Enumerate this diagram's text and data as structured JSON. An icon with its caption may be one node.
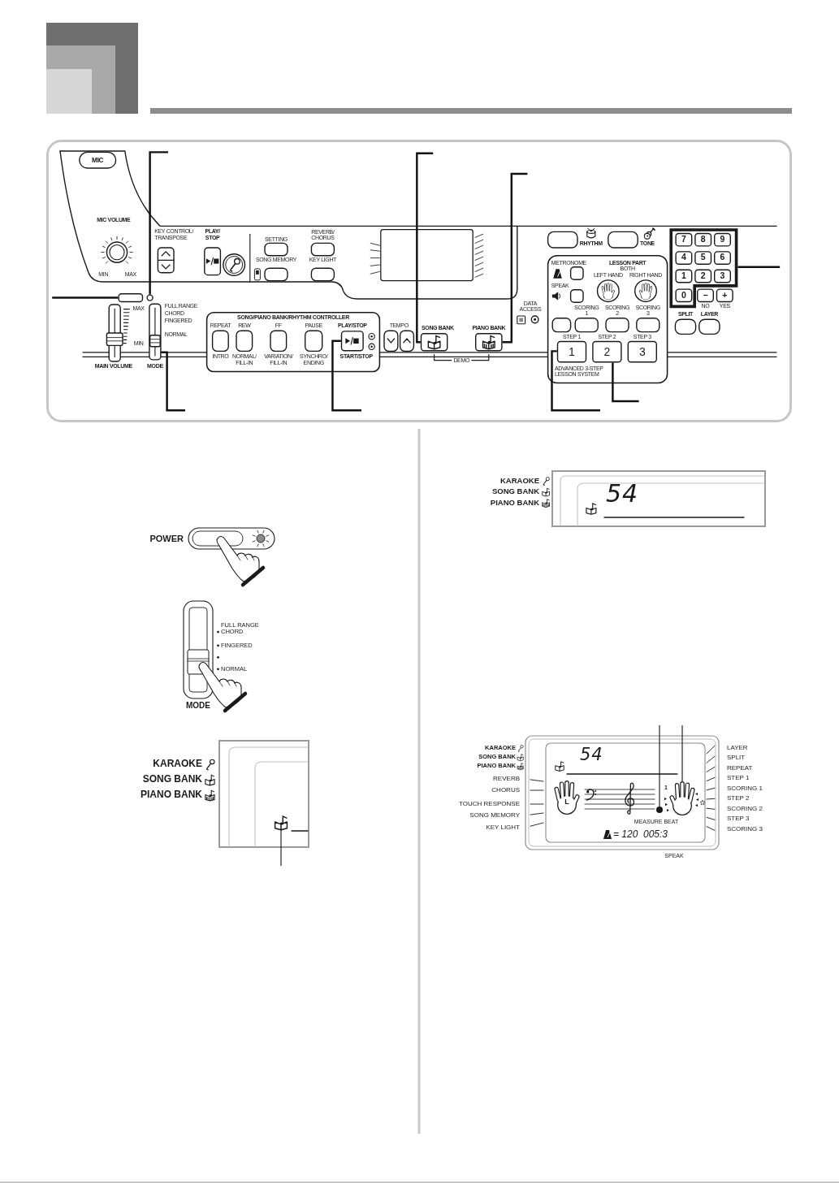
{
  "diagram": {
    "nodes": [
      {
        "text": [],
        "shape": "button"
      },
      {
        "text": [],
        "shape": "circle"
      },
      {
        "text": [],
        "shape": "slider"
      },
      {
        "text": [],
        "shape": "button"
      },
      {
        "text": [],
        "shape": "button"
      },
      {
        "text": [],
        "shape": "button"
      },
      {
        "text": [
          "1"
        ]
      },
      {
        "text": [
          "2"
        ]
      },
      {
        "text": [
          "3"
        ]
      },
      {
        "text": [],
        "shape": "box"
      },
      {
        "text": [
          "7"
        ],
        "in": 9
      },
      {
        "text": [
          "8"
        ],
        "in": 9
      },
      {
        "text": [
          "9"
        ],
        "in": 9
      },
      {
        "text": [
          "4"
        ],
        "in": 9
      },
      {
        "text": [
          "5"
        ],
        "in": 9
      },
      {
        "text": [
          "6"
        ],
        "in": 9
      },
      {
        "text": [
          "1"
        ],
        "in": 9
      },
      {
        "text": [
          "2"
        ],
        "in": 9
      },
      {
        "text": [
          "3"
        ],
        "in": 9
      },
      {
        "text": [
          "0"
        ],
        "in": 9
      },
      {
        "text": [
          "−"
        ]
      },
      {
        "text": [
          "+"
        ]
      },
      {
        "text": [],
        "shape": "icon"
      },
      {
        "text": [],
        "shape": "dot"
      },
      {
        "text": [],
        "shape": "picture"
      }
    ],
    "edges": [
      {
        "from": null,
        "to": 0,
        "arrow": "none"
      },
      {
        "from": null,
        "to": 1,
        "arrow": "none"
      },
      {
        "from": null,
        "to": 2,
        "arrow": "none"
      },
      {
        "from": null,
        "to": 3,
        "arrow": "none"
      },
      {
        "from": null,
        "to": 4,
        "arrow": "none"
      },
      {
        "from": null,
        "to": 5,
        "arrow": "none"
      },
      {
        "from": null,
        "to": 6,
        "arrow": "none"
      },
      {
        "from": null,
        "to": 7,
        "arrow": "none"
      },
      {
        "from": null,
        "to": 9,
        "arrow": "none"
      },
      {
        "from": null,
        "to": 22,
        "arrow": "none"
      },
      {
        "from": null,
        "to": 23,
        "arrow": "none"
      },
      {
        "from": null,
        "to": 24,
        "arrow": "none"
      }
    ],
    "labels": [
      "MIC",
      "MIC VOLUME",
      "MIN",
      "MAX",
      "KEY CONTROL/ TRANSPOSE",
      "PLAY/ STOP",
      "SETTING",
      "REVERB/ CHORUS",
      "SONG MEMORY",
      "KEY LIGHT",
      "RHYTHM",
      "TONE",
      "METRONOME",
      "LESSON PART",
      "BOTH",
      "LEFT HAND",
      "RIGHT HAND",
      "SPEAK",
      "NO",
      "YES",
      "SPLIT",
      "LAYER",
      "DATA ACCESS",
      "SCORING 1",
      "SCORING 2",
      "SCORING 3",
      "MAX",
      "MIN",
      "FULL RANGE CHORD",
      "FINGERED",
      "NORMAL",
      "SONG/PIANO BANK/RHYTHM CONTROLLER",
      "REPEAT",
      "REW",
      "FF",
      "PAUSE",
      "PLAY/STOP",
      "TEMPO",
      "SONG BANK",
      "PIANO BANK",
      "STEP 1",
      "STEP 2",
      "STEP 3",
      "INTRO",
      "NORMAL/ FILL-IN",
      "VARIATION/ FILL-IN",
      "SYNCHRO/ ENDING",
      "START/STOP",
      "DEMO",
      "MAIN VOLUME",
      "MODE",
      "ADVANCED 3-STEP LESSON SYSTEM",
      "POWER",
      "FULL RANGE CHORD",
      "FINGERED",
      "NORMAL",
      "MODE",
      "KARAOKE",
      "SONG BANK",
      "PIANO BANK",
      "KARAOKE",
      "SONG BANK",
      "PIANO BANK",
      "54",
      "KARAOKE",
      "SONG BANK",
      "PIANO BANK",
      "REVERB",
      "CHORUS",
      "TOUCH RESPONSE",
      "SONG MEMORY",
      "KEY LIGHT",
      "54",
      "L",
      "1",
      "MEASURE BEAT",
      "= 120",
      "005:3",
      "LAYER",
      "SPLIT",
      "REPEAT",
      "STEP 1",
      "SCORING 1",
      "STEP 2",
      "SCORING 2",
      "STEP 3",
      "SCORING 3",
      "SPEAK"
    ]
  }
}
